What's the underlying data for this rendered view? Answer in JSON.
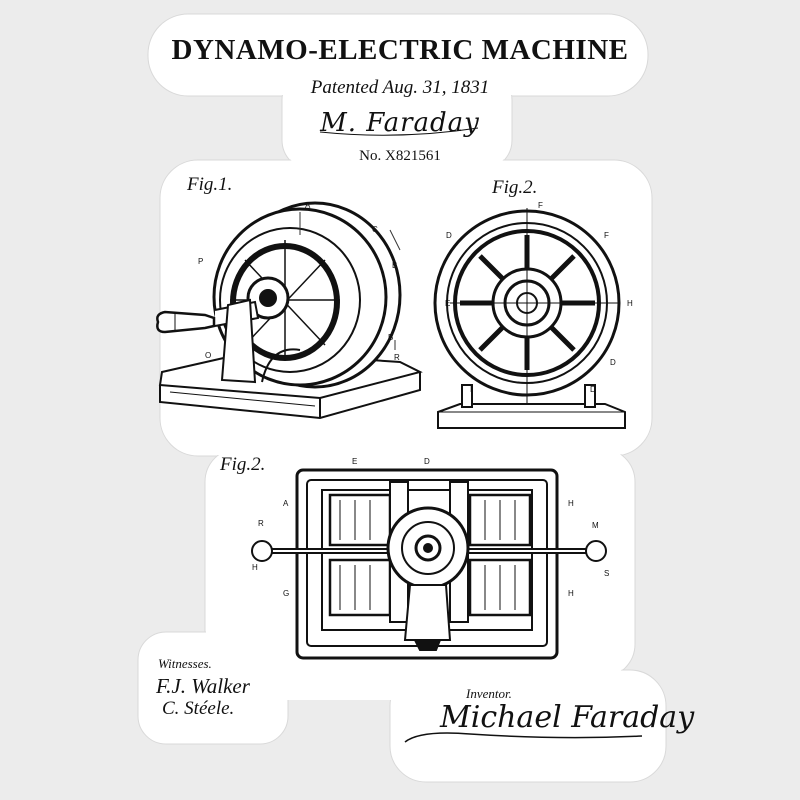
{
  "header": {
    "title": "DYNAMO-ELECTRIC MACHINE",
    "patented": "Patented Aug. 31, 1831",
    "signature_small": "M. Faraday",
    "patent_number": "No. X821561"
  },
  "figures": {
    "fig1_label": "Fig.1.",
    "fig2_label": "Fig.2.",
    "fig3_label": "Fig.2."
  },
  "footer": {
    "witnesses_label": "Witnesses.",
    "witness1": "F.J. Walker",
    "witness2": "C. Stéele.",
    "inventor_label": "Inventor.",
    "inventor_signature": "Michael Faraday"
  },
  "colors": {
    "ink": "#111111",
    "sticker": "#ffffff",
    "background": "#ececec"
  }
}
